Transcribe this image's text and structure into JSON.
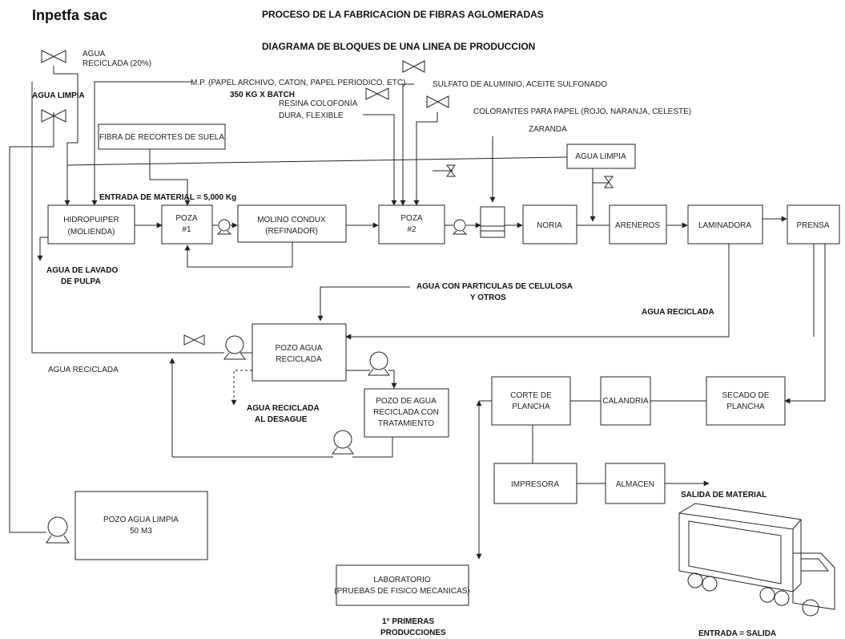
{
  "company": "Inpetfa sac",
  "title": "PROCESO DE LA FABRICACION DE FIBRAS AGLOMERADAS",
  "subtitle": "DIAGRAMA DE BLOQUES DE UNA LINEA DE PRODUCCION",
  "boxes": {
    "hidropulper": [
      "HIDROPUIPER",
      "(MOLIENDA)"
    ],
    "poza1": [
      "POZA",
      "#1"
    ],
    "molino": [
      "MOLINO CONDUX",
      "(REFINADOR)"
    ],
    "poza2": [
      "POZA",
      "#2"
    ],
    "noria": [
      "NORIA"
    ],
    "areneros": [
      "ARENEROS"
    ],
    "laminadora": [
      "LAMINADORA"
    ],
    "prensa": [
      "PRENSA"
    ],
    "fibra": [
      "FIBRA DE RECORTES DE SUELA"
    ],
    "agua_limpia_box": [
      "AGUA LIMPIA"
    ],
    "pozo_reciclada": [
      "POZO AGUA",
      "RECICLADA"
    ],
    "pozo_tratamiento": [
      "POZO DE AGUA",
      "RECICLADA CON",
      "TRATAMIENTO"
    ],
    "corte": [
      "CORTE DE",
      "PLANCHA"
    ],
    "calandria": [
      "CALANDRIA"
    ],
    "secado": [
      "SECADO DE",
      "PLANCHA"
    ],
    "impresora": [
      "IMPRESORA"
    ],
    "almacen": [
      "ALMACEN"
    ],
    "pozo_limpia": [
      "POZO AGUA LIMPIA",
      "50 M3"
    ],
    "laboratorio": [
      "LABORATORIO",
      "(PRUEBAS DE FISICO MECANICAS)"
    ]
  },
  "labels": {
    "agua_reciclada_20": [
      "AGUA",
      "RECICLADA (20%)"
    ],
    "mp": "M.P. (PAPEL ARCHIVO, CATON, PAPEL PERIODICO, ETC)",
    "batch": "350 KG X BATCH",
    "agua_limpia": "AGUA LIMPIA",
    "resina": [
      "RESINA COLOFONÍA",
      "DURA, FLEXIBLE"
    ],
    "sulfato": "SULFATO DE ALUMINIO, ACEITE SULFONADO",
    "colorantes": "COLORANTES PARA PAPEL (ROJO, NARANJA, CELESTE)",
    "zaranda": "ZARANDA",
    "entrada_material": "ENTRADA DE MATERIAL = 5,000 Kg",
    "agua_lavado": [
      "AGUA DE LAVADO",
      "DE PULPA"
    ],
    "agua_particulas": [
      "AGUA CON PARTICULAS DE CELULOSA",
      "Y OTROS"
    ],
    "agua_reciclada_bold": "AGUA RECICLADA",
    "agua_reciclada_left": "AGUA RECICLADA",
    "agua_desague": [
      "AGUA RECICLADA",
      "AL DESAGUE"
    ],
    "salida": "SALIDA DE MATERIAL",
    "primeras": [
      "1° PRIMERAS",
      "PRODUCCIONES"
    ],
    "entrada_salida": "ENTRADA = SALIDA"
  }
}
